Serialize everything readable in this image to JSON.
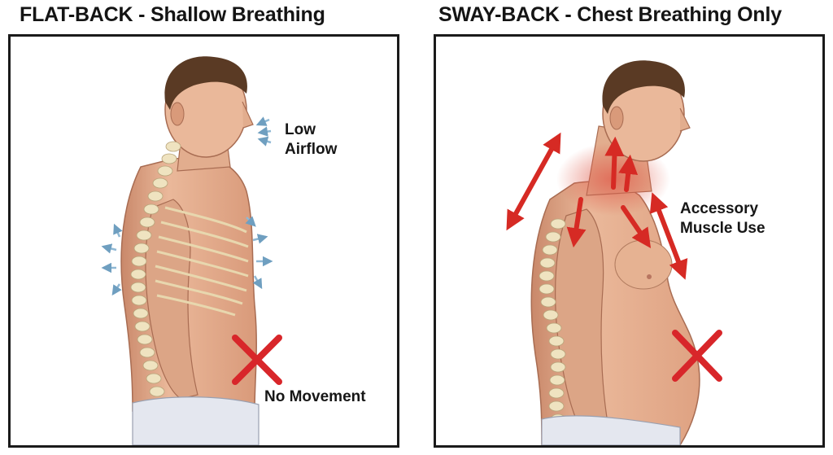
{
  "panels": [
    {
      "title": "FLAT-BACK - Shallow Breathing",
      "labels": {
        "line1": "Low",
        "line2": "Airflow",
        "belly": "No Movement"
      }
    },
    {
      "title": "SWAY-BACK - Chest Breathing Only",
      "labels": {
        "line1": "Accessory",
        "line2": "Muscle Use"
      }
    }
  ],
  "colors": {
    "skin": "#e8b898",
    "skin_shadow": "#c9886a",
    "hair": "#5a3a24",
    "spine": "#efe3c0",
    "cloth": "#e4e7ef",
    "airflow_arrow": "#8fb8d4",
    "red_arrow": "#d62a24",
    "cross": "#d8262a",
    "border": "#1a1a1a"
  }
}
